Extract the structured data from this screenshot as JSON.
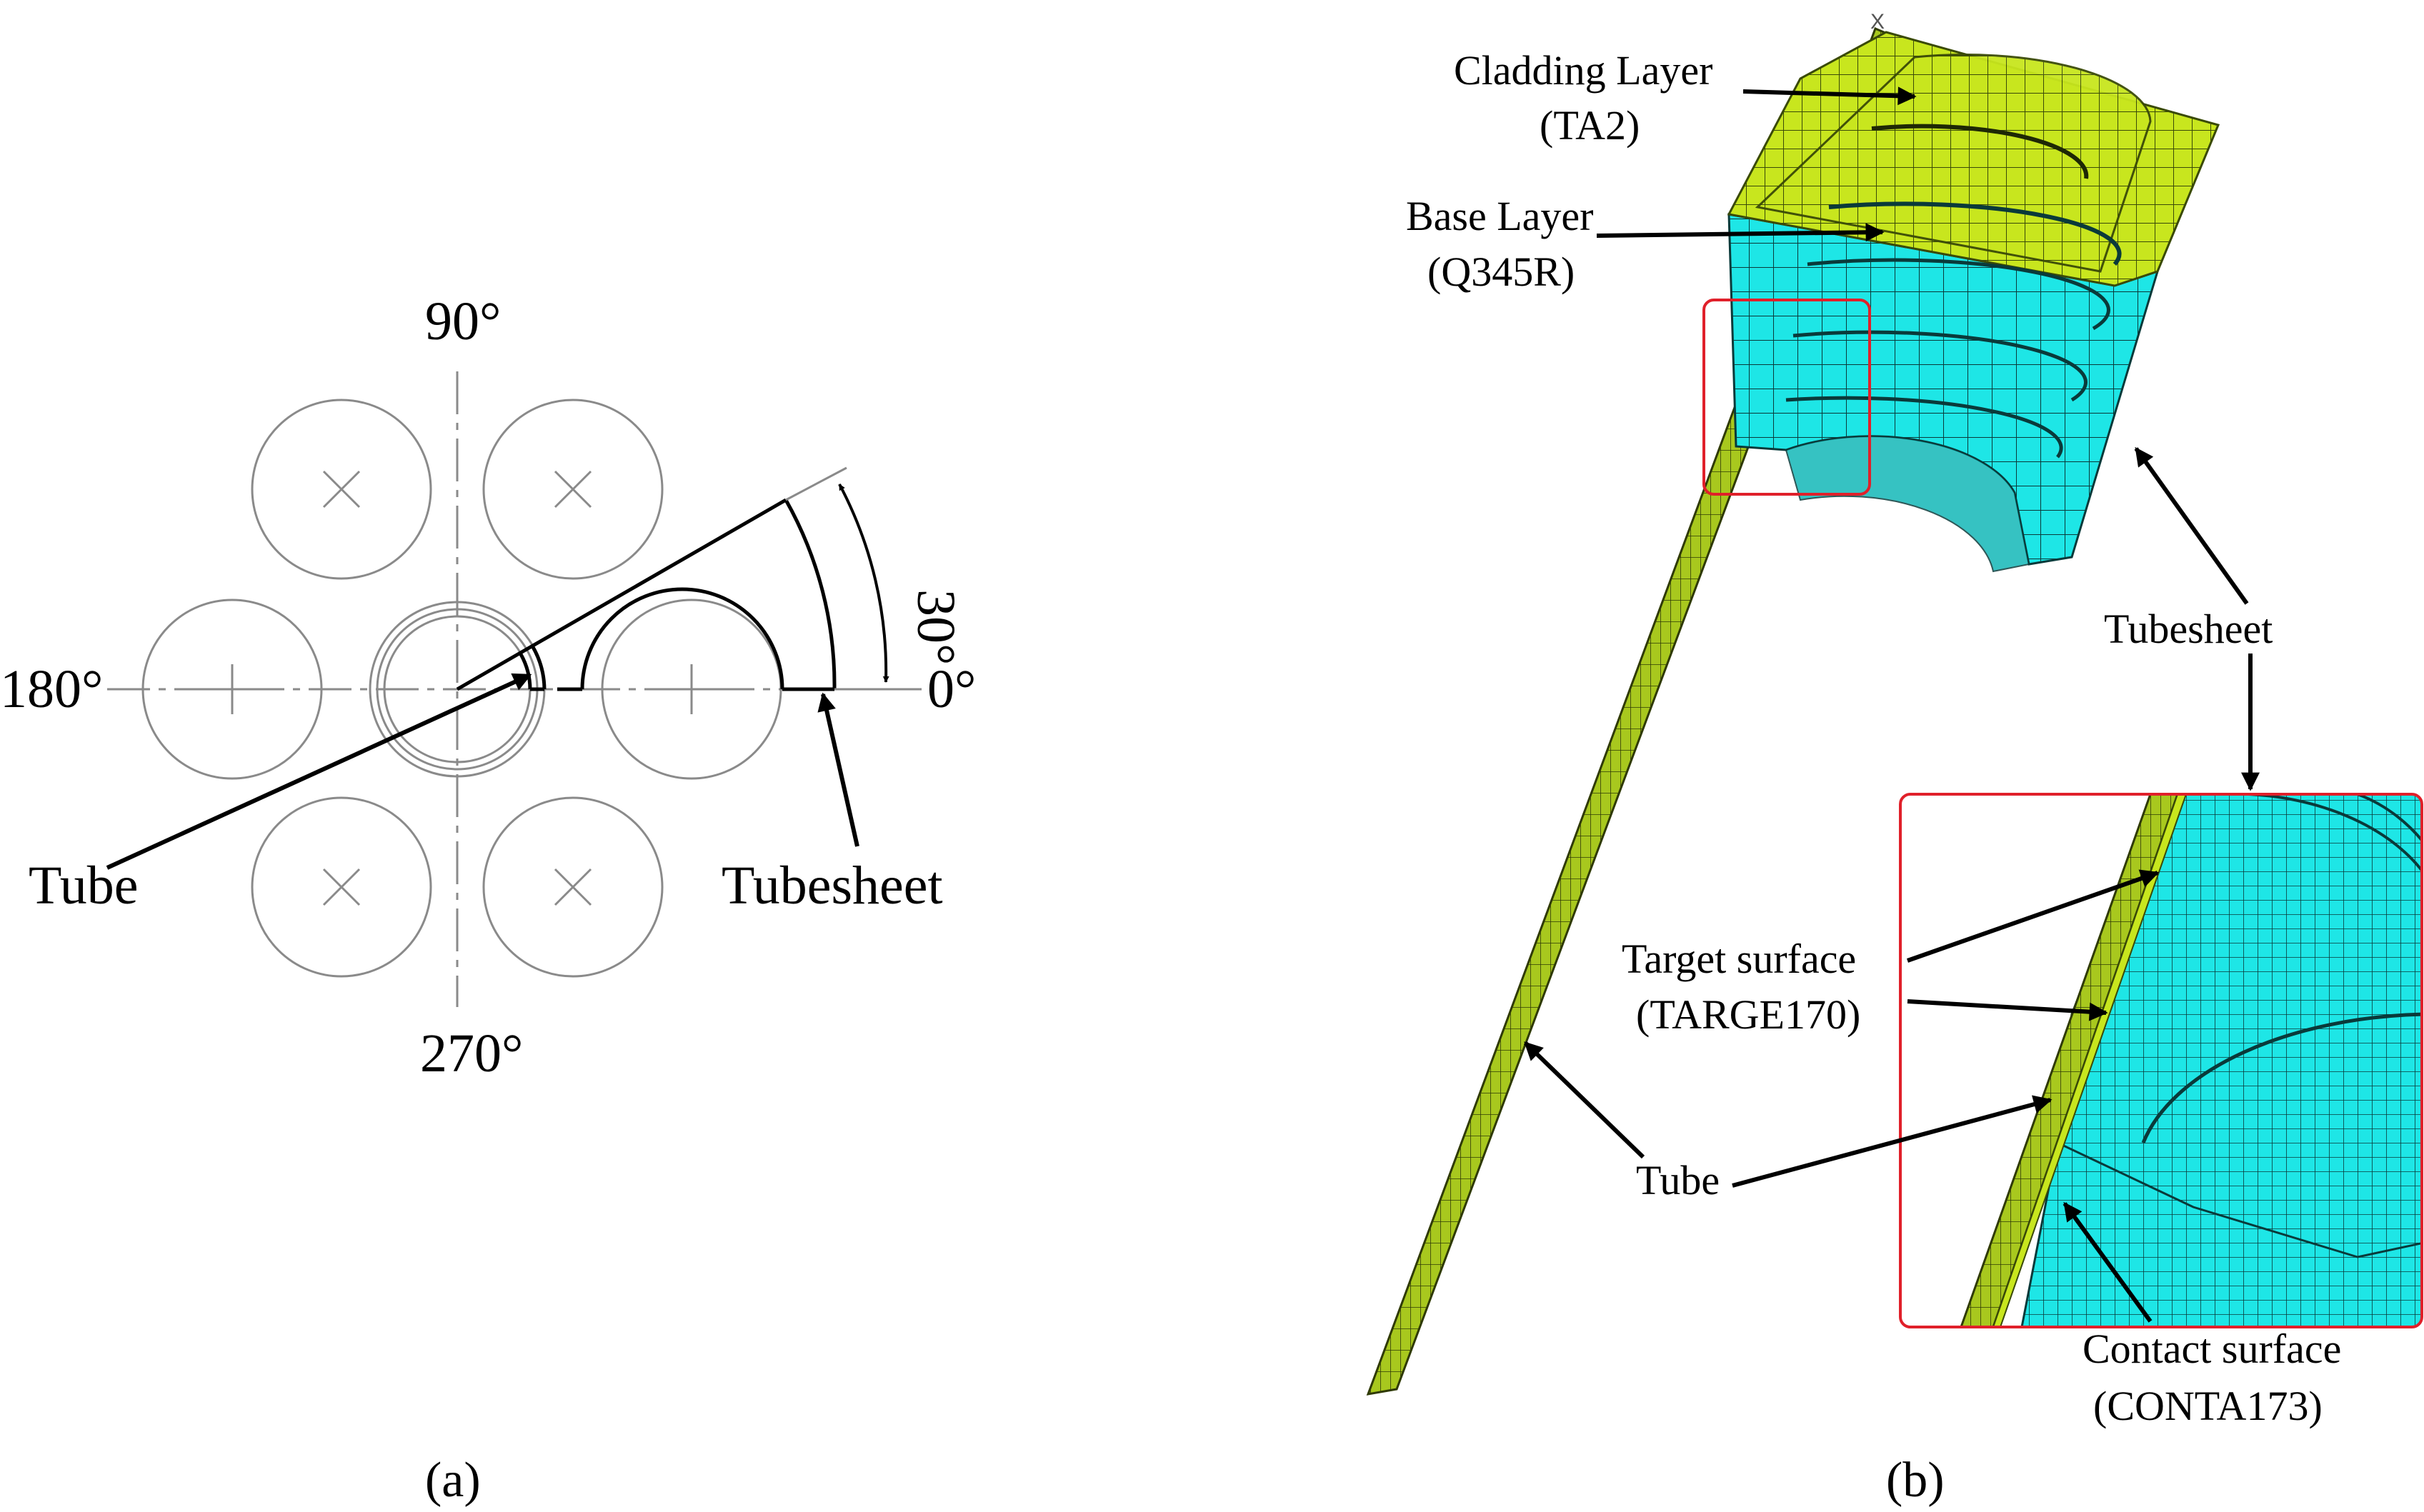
{
  "panel_a": {
    "caption": "(a)",
    "angles": {
      "deg90": "90°",
      "deg180": "180°",
      "deg0": "0°",
      "deg270": "270°",
      "deg30": "30°"
    },
    "labels": {
      "tube": "Tube",
      "tubesheet": "Tubesheet"
    }
  },
  "panel_b": {
    "caption": "(b)",
    "axis_mark": "X",
    "labels": {
      "cladding_line1": "Cladding Layer",
      "cladding_line2": "(TA2)",
      "base_line1": "Base Layer",
      "base_line2": "(Q345R)",
      "tubesheet": "Tubesheet",
      "target_line1": "Target surface",
      "target_line2": "(TARGE170)",
      "tube": "Tube",
      "contact_line1": "Contact surface",
      "contact_line2": "(CONTA173)"
    }
  },
  "colors": {
    "cladding": "#c8e61e",
    "tube": "#a8c81e",
    "base": "#1ee6e6",
    "highlight_box": "#e0202a",
    "guide": "#8a8a8a"
  }
}
